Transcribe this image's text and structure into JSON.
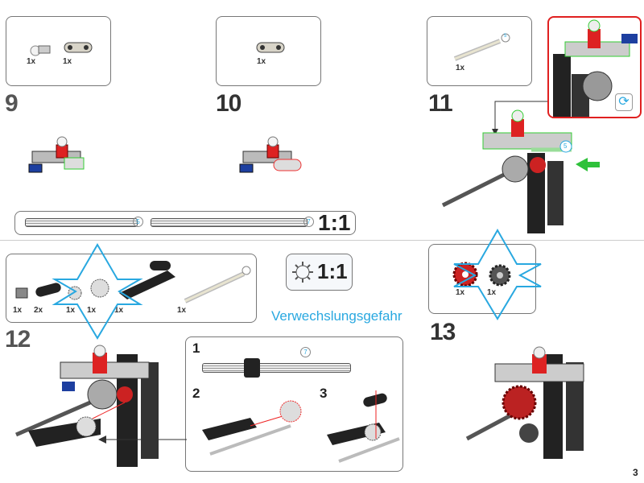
{
  "steps": {
    "s9": {
      "number": "9",
      "parts": [
        {
          "qty": "1x"
        },
        {
          "qty": "1x"
        }
      ]
    },
    "s10": {
      "number": "10",
      "parts": [
        {
          "qty": "1x"
        }
      ]
    },
    "s11": {
      "number": "11",
      "parts": [
        {
          "qty": "1x",
          "length": "5"
        }
      ],
      "model_length_label": "5"
    },
    "s12": {
      "number": "12",
      "parts": [
        {
          "qty": "1x"
        },
        {
          "qty": "2x"
        },
        {
          "qty": "1x"
        },
        {
          "qty": "1x"
        },
        {
          "qty": "1x"
        },
        {
          "qty": "1x",
          "length": "7"
        }
      ],
      "substeps": [
        {
          "number": "1",
          "length": "7"
        },
        {
          "number": "2"
        },
        {
          "number": "3"
        }
      ]
    },
    "s13": {
      "number": "13",
      "parts": [
        {
          "qty": "1x"
        },
        {
          "qty": "1x"
        }
      ]
    }
  },
  "ruler": {
    "scale": "1:1",
    "axle_a": "5",
    "axle_b": "7"
  },
  "gear_scale": {
    "scale": "1:1"
  },
  "warning": "Verwechslungsgefahr",
  "page_number": "3",
  "colors": {
    "accent_blue": "#29a8e0",
    "callout_red": "#e02020",
    "arrow_green": "#2ec13a"
  }
}
